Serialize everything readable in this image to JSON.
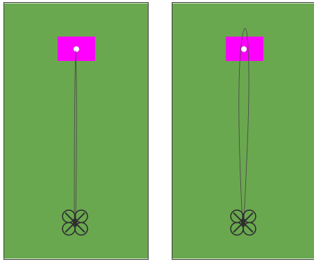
{
  "colors": {
    "field": "#6aa84f",
    "target": "#ff00ff",
    "target_marker": "#ffffff",
    "trajectory": "#4a4a4a",
    "drone": "#2f2f2f",
    "panel_border": "#3a3a3a",
    "page_background": "#ffffff"
  },
  "panels": [
    {
      "id": "left",
      "target_icon": "target-zone",
      "drone_icon": "quadcopter-icon",
      "trajectory_shape": "narrow-loop"
    },
    {
      "id": "right",
      "target_icon": "target-zone",
      "drone_icon": "quadcopter-icon",
      "trajectory_shape": "wide-loop-with-overshoot"
    }
  ]
}
